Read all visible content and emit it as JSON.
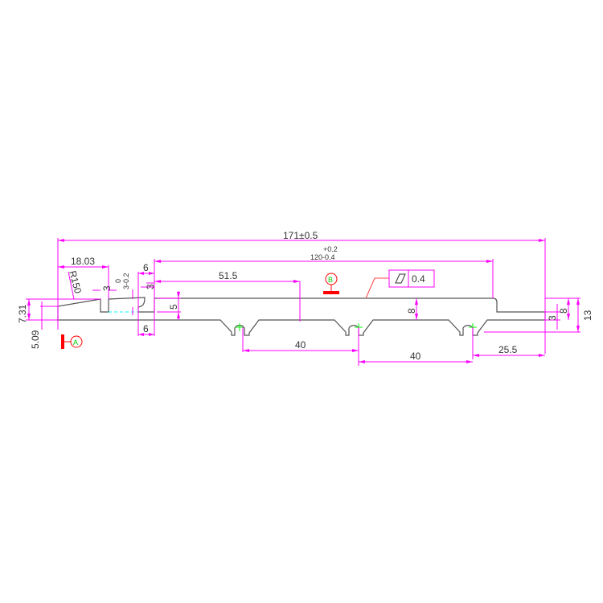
{
  "drawing": {
    "dimensions": {
      "overall_length": "171±0.5",
      "length_120_upper_tol": "+0.2",
      "length_120": "120-0.4",
      "left_offset": "18.03",
      "radius": "R150",
      "groove_width_left": "3",
      "tol_zero": "0",
      "notch_tol": "3-0.2",
      "notch_width_top": "6",
      "notch_step": "3",
      "notch_width_bottom": "6",
      "to_center": "51.5",
      "notch_depth": "5",
      "left_height_outer": "7.31",
      "left_height_inner": "5.09",
      "body_thickness": "8",
      "right_step": "3",
      "right_height": "8",
      "total_height": "13",
      "pitch_1": "40",
      "pitch_2": "40",
      "end_offset": "25.5"
    },
    "datum_a": "A",
    "datum_b": "B",
    "flatness_tolerance": "0.4",
    "colors": {
      "dimension": "#ff00ff",
      "profile": "#555555",
      "datum": "#ff0000",
      "center": "#00ff00"
    }
  }
}
